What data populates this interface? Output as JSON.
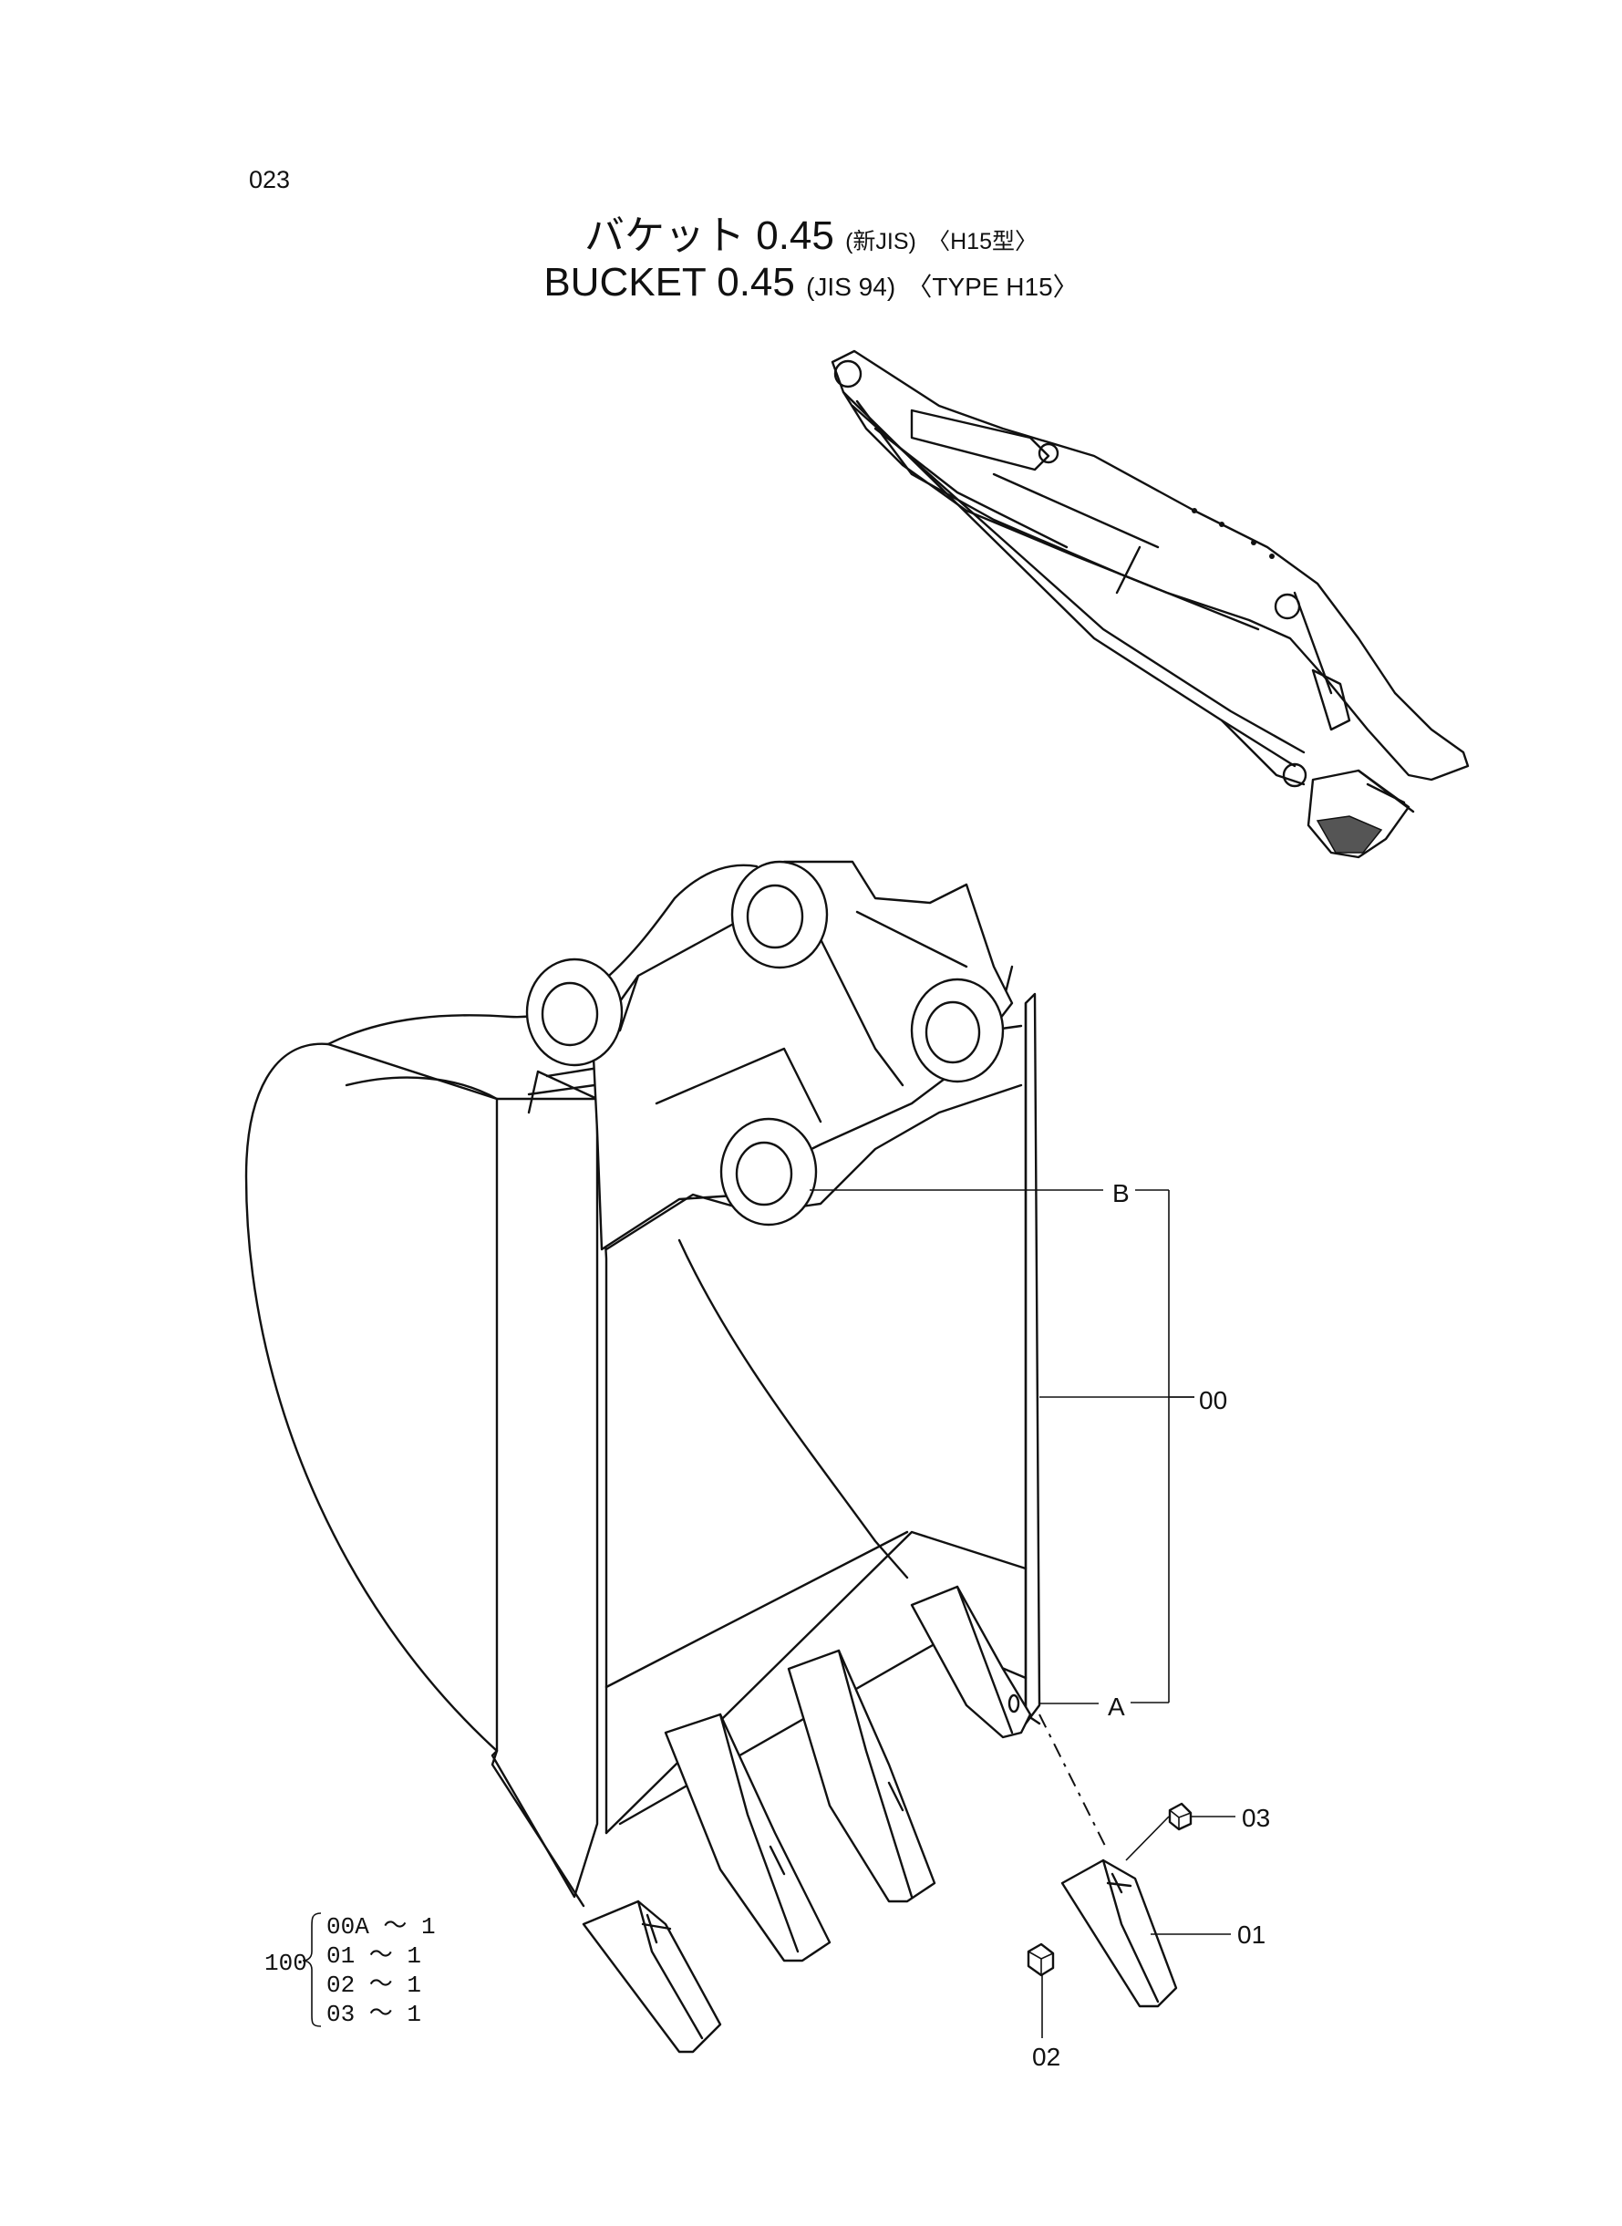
{
  "page_number": "023",
  "title_jp": {
    "main": "バケット 0.45",
    "std": "(新JIS)",
    "type": "〈H15型〉"
  },
  "title_en": {
    "main": "BUCKET  0.45",
    "std": "(JIS 94)",
    "type": "〈TYPE  H15〉"
  },
  "callouts": {
    "b": "B",
    "a": "A",
    "assembly": "00",
    "tooth_pin": "03",
    "tooth": "01",
    "lock": "02"
  },
  "quantity_table": {
    "group": "100",
    "rows": [
      "00A ～ 1",
      "01  ～ 1",
      "02  ～ 1",
      "03  ～ 1"
    ]
  }
}
